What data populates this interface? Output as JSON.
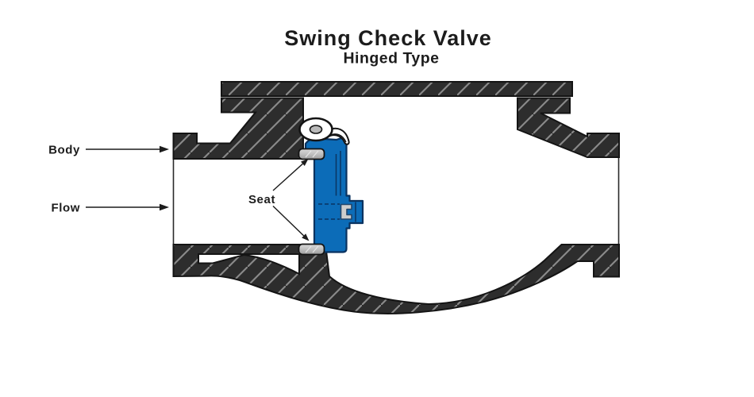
{
  "title": {
    "main": "Swing Check Valve",
    "subtitle": "Hinged Type"
  },
  "labels": {
    "body": "Body",
    "flow": "Flow",
    "seat": "Seat"
  },
  "colors": {
    "background": "#ffffff",
    "body_dark": "#2d2d2d",
    "hatch_line": "#8a8a8a",
    "outline": "#141414",
    "disc_blue": "#0c6cb8",
    "disc_outline": "#0a3360",
    "seat_gray": "#b5b5b5",
    "pin_white": "#ffffff",
    "pin_center_gray": "#b9b9b9",
    "text": "#1c1c1c"
  }
}
